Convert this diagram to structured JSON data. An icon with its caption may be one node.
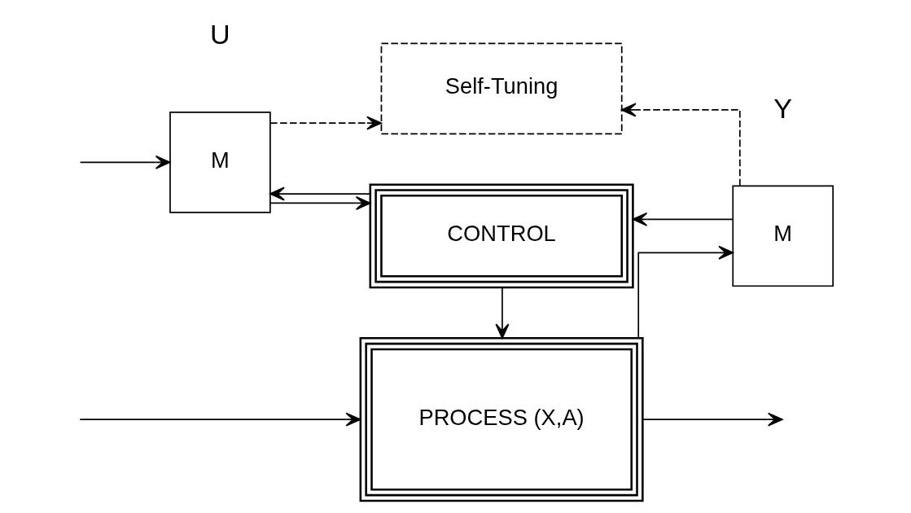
{
  "diagram": {
    "nodes": [
      {
        "text": [
          "PROCESS (X,A)"
        ]
      },
      {
        "text": [
          "M"
        ]
      },
      {
        "text": [
          "Self-Tuning"
        ]
      },
      {
        "text": [
          "M"
        ]
      },
      {
        "text": [
          "CONTROL"
        ]
      }
    ],
    "edges": [
      {
        "from": null,
        "to": 0,
        "arrow": "to"
      },
      {
        "from": null,
        "to": 1,
        "arrow": "to"
      },
      {
        "from": 4,
        "to": 0,
        "arrow": "to"
      },
      {
        "from": 4,
        "to": 1,
        "arrow": "to"
      },
      {
        "from": 0,
        "to": null,
        "arrow": "to"
      },
      {
        "from": 0,
        "to": 3,
        "arrow": "to"
      },
      {
        "from": 1,
        "to": 2,
        "arrow": "to",
        "style": "dashed"
      },
      {
        "from": 3,
        "to": 2,
        "arrow": "to",
        "style": "dashed"
      },
      {
        "from": 1,
        "to": 4,
        "arrow": "to"
      },
      {
        "from": 3,
        "to": 4,
        "arrow": "to"
      }
    ],
    "labels": [
      "U",
      "Y"
    ]
  }
}
